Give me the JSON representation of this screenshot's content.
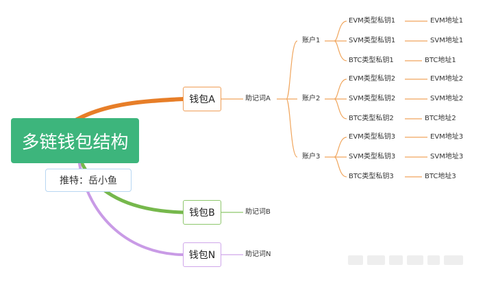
{
  "root": {
    "title": "多链钱包结构"
  },
  "note": {
    "label": "推特：岳小鱼"
  },
  "wallets": [
    {
      "label": "钱包A",
      "mnemonic": "助记词A",
      "color": "#e77e28"
    },
    {
      "label": "钱包B",
      "mnemonic": "助记词B",
      "color": "#76b84c"
    },
    {
      "label": "钱包N",
      "mnemonic": "助记词N",
      "color": "#c99be6"
    }
  ],
  "accounts": [
    {
      "label": "账户1",
      "keys": [
        {
          "key": "EVM类型私钥1",
          "addr": "EVM地址1"
        },
        {
          "key": "SVM类型私钥1",
          "addr": "SVM地址1"
        },
        {
          "key": "BTC类型私钥1",
          "addr": "BTC地址1"
        }
      ]
    },
    {
      "label": "账户2",
      "keys": [
        {
          "key": "EVM类型私钥2",
          "addr": "EVM地址2"
        },
        {
          "key": "SVM类型私钥2",
          "addr": "SVM地址2"
        },
        {
          "key": "BTC类型私钥2",
          "addr": "BTC地址2"
        }
      ]
    },
    {
      "label": "账户3",
      "keys": [
        {
          "key": "EVM类型私钥3",
          "addr": "EVM地址3"
        },
        {
          "key": "SVM类型私钥3",
          "addr": "SVM地址3"
        },
        {
          "key": "BTC类型私钥3",
          "addr": "BTC地址3"
        }
      ]
    }
  ],
  "colors": {
    "root": "#3db57c",
    "branch_orange": "#e77e28",
    "thin_orange": "#f0a55c",
    "branch_green": "#76b84c",
    "branch_purple": "#c99be6"
  }
}
